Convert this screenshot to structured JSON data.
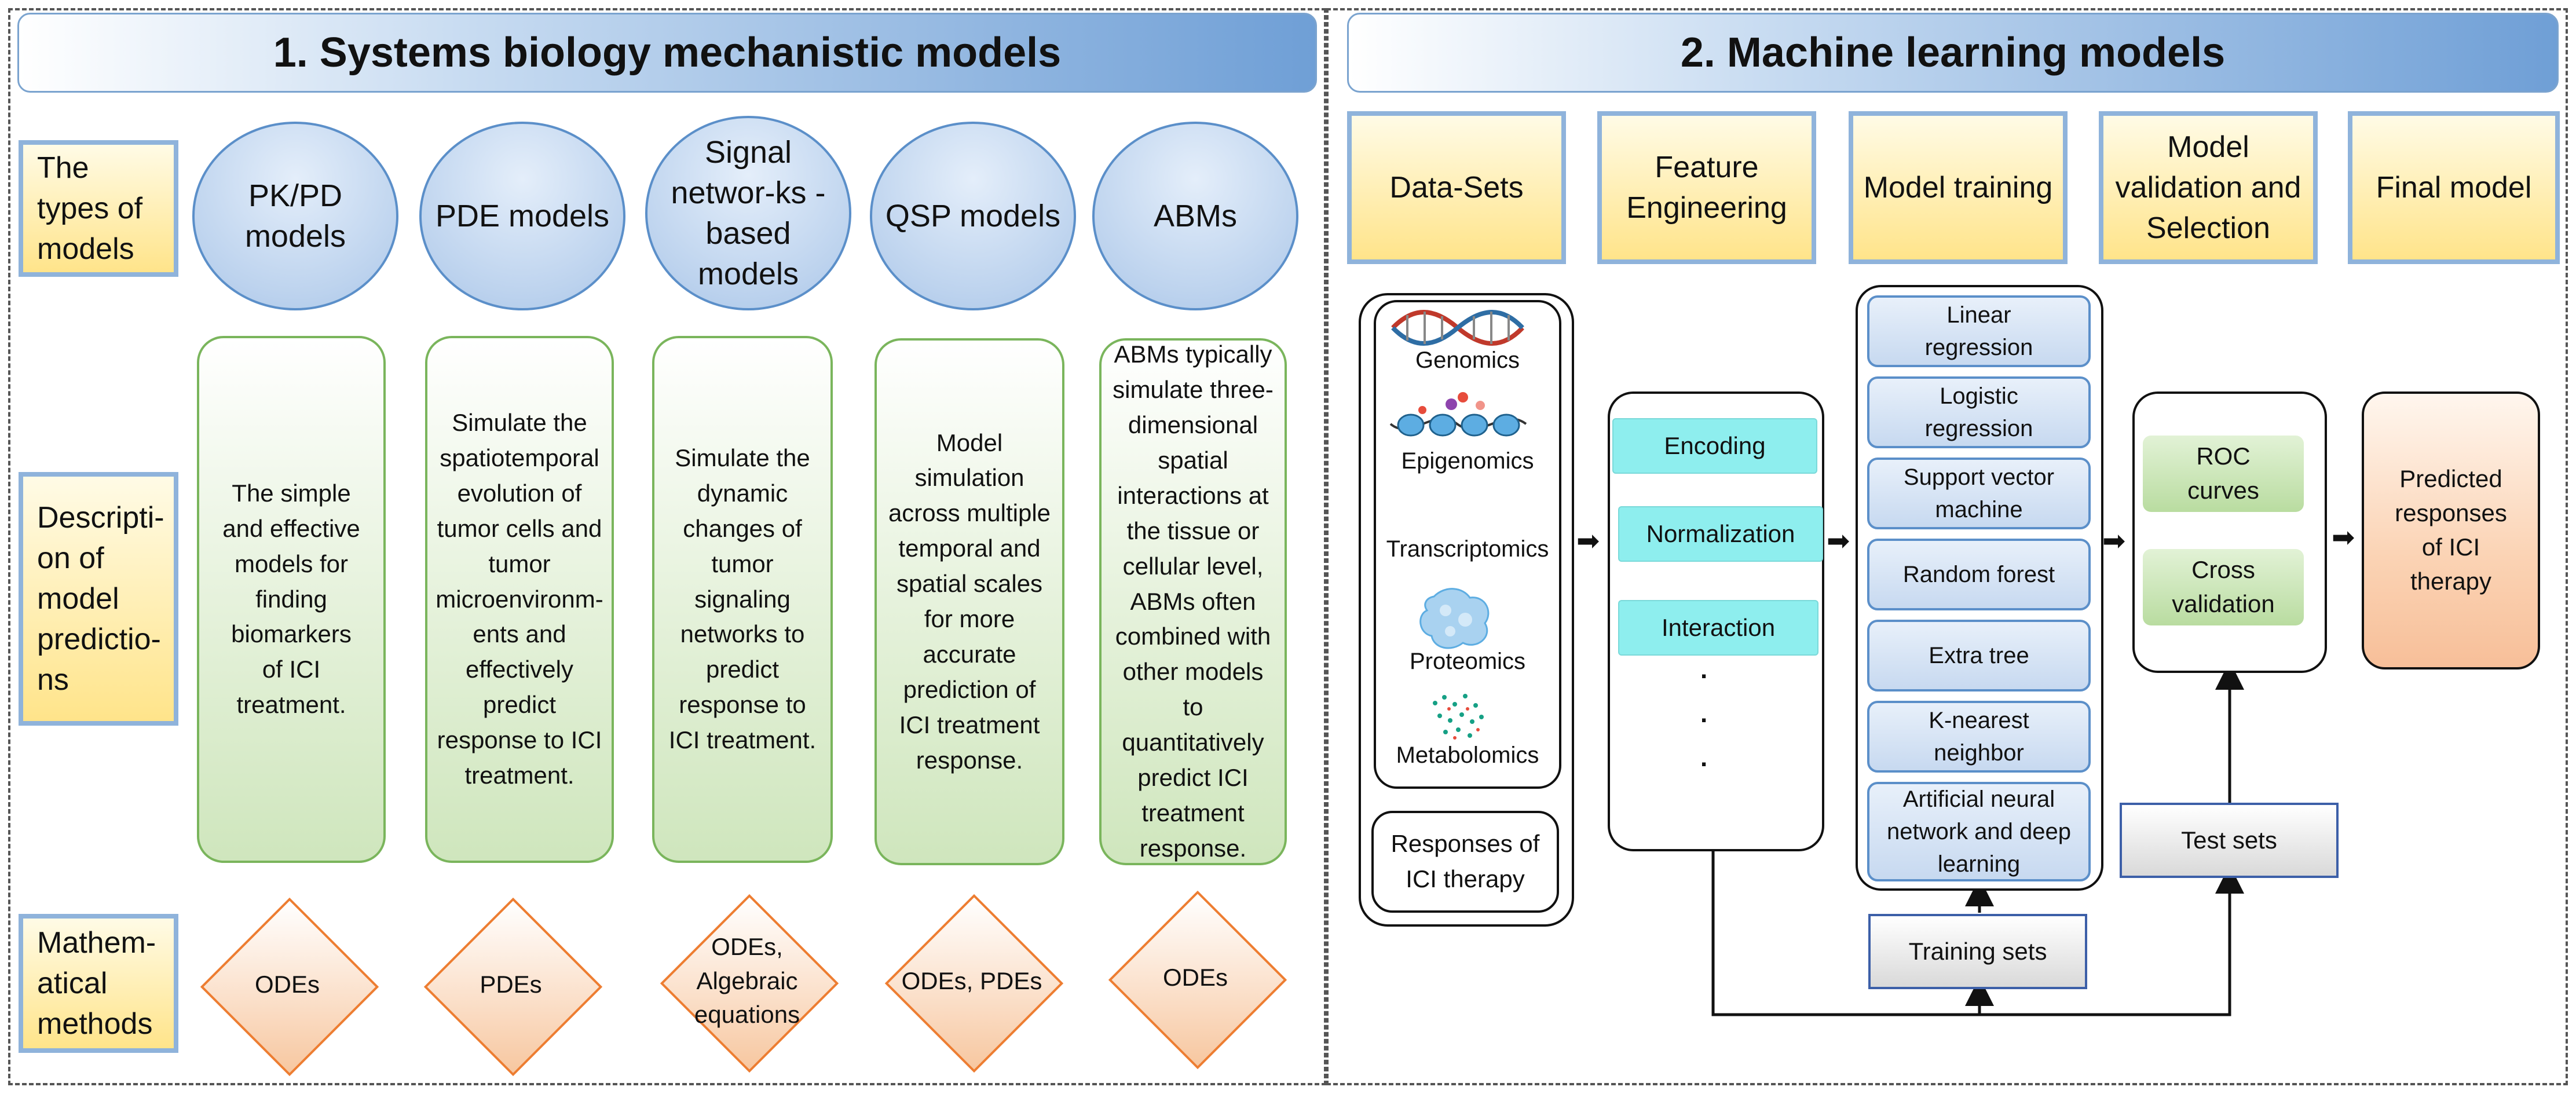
{
  "left": {
    "title": "1. Systems biology mechanistic models",
    "row_labels": {
      "types": "The types of models",
      "description": "Descripti-on of model predictio-ns",
      "methods": "Mathem-atical methods"
    },
    "models": [
      {
        "name": "PK/PD models",
        "description": "The simple and effective models for finding biomarkers of ICI treatment.",
        "method": "ODEs"
      },
      {
        "name": "PDE models",
        "description": "Simulate the spatiotemporal evolution of tumor cells and tumor microenvironm-ents and effectively predict response to ICI treatment.",
        "method": "PDEs"
      },
      {
        "name": "Signal networ-ks - based models",
        "description": "Simulate the dynamic changes of tumor signaling networks to predict response to ICI treatment.",
        "method": "ODEs, Algebraic equations"
      },
      {
        "name": "QSP models",
        "description": "Model simulation across multiple temporal and spatial scales for more accurate prediction of ICI treatment response.",
        "method": "ODEs, PDEs"
      },
      {
        "name": "ABMs",
        "description": "ABMs typically simulate three-dimensional spatial interactions at the tissue or cellular level, ABMs often combined with other models to quantitatively predict ICI treatment response.",
        "method": "ODEs"
      }
    ]
  },
  "right": {
    "title": "2. Machine learning models",
    "steps": [
      "Data-Sets",
      "Feature Engineering",
      "Model training",
      "Model validation and Selection",
      "Final model"
    ],
    "omics": [
      "Genomics",
      "Epigenomics",
      "Transcriptomics",
      "Proteomics",
      "Metabolomics"
    ],
    "responses": "Responses of ICI therapy",
    "feature_items": [
      "Encoding",
      "Normalization",
      "Interaction"
    ],
    "ellipsis": ".",
    "algorithms": [
      "Linear regression",
      "Logistic regression",
      "Support vector machine",
      "Random forest",
      "Extra tree",
      "K-nearest neighbor",
      "Artificial neural network and deep learning"
    ],
    "validation_items": [
      "ROC curves",
      "Cross validation"
    ],
    "final_output": "Predicted responses of ICI therapy",
    "test_sets": "Test sets",
    "training_sets": "Training sets"
  },
  "colors": {
    "banner_blue": "#6f9fd6",
    "step_yellow": "#ffe48a",
    "circle_blue": "#bdd3ee",
    "box_green": "#cfe6bd",
    "diamond_orange": "#ed7d31",
    "teal": "#8eeeee",
    "peach": "#f7bf99"
  },
  "icons": [
    "dna-helix-icon",
    "nucleosome-icon",
    "protein-blob-icon",
    "metabolite-dots-icon",
    "arrow-right-icon"
  ]
}
